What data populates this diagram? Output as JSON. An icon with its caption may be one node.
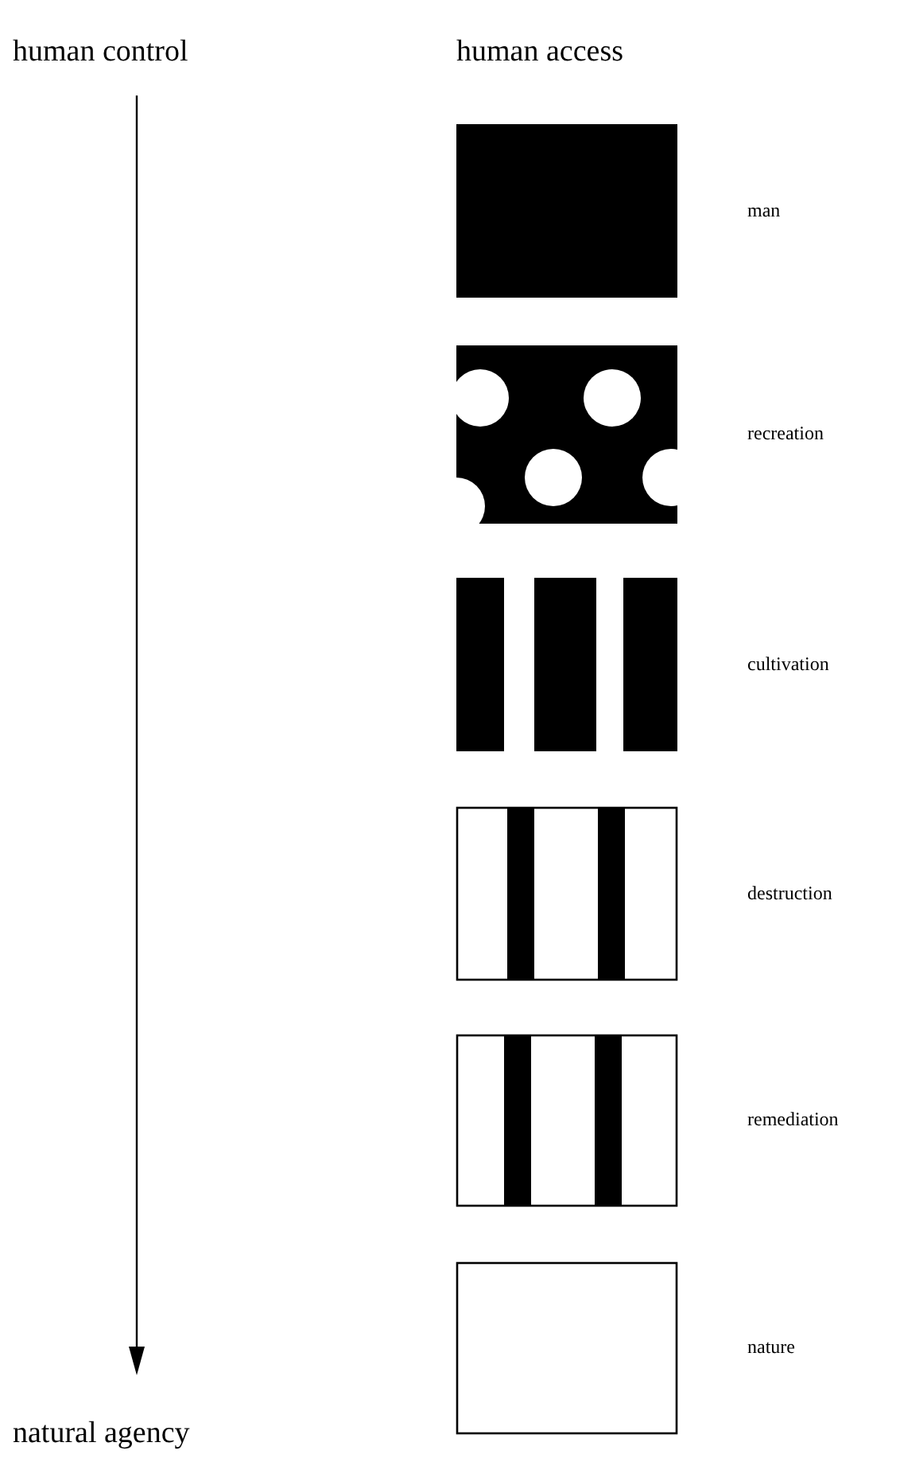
{
  "diagram": {
    "nodes": [
      {
        "text": [],
        "shape": "box",
        "beside": [
          "man"
        ]
      },
      {
        "text": [],
        "shape": "box",
        "beside": [
          "recreation"
        ]
      },
      {
        "text": [],
        "shape": "box",
        "beside": [
          "cultivation"
        ]
      },
      {
        "text": [],
        "shape": "box",
        "beside": [
          "destruction"
        ]
      },
      {
        "text": [],
        "shape": "box",
        "beside": [
          "remediation"
        ]
      },
      {
        "text": [],
        "shape": "box",
        "beside": [
          "nature"
        ]
      }
    ],
    "labels": [
      "human control",
      "human access",
      "natural agency"
    ]
  }
}
